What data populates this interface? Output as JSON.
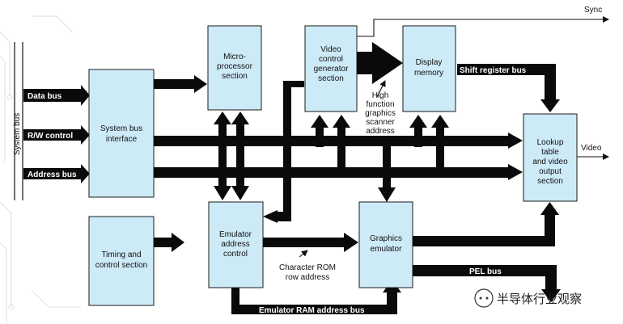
{
  "blocks": {
    "system_bus_interface": [
      "System bus",
      "interface"
    ],
    "microprocessor": [
      "Micro-",
      "processor",
      "section"
    ],
    "video_control": [
      "Video",
      "control",
      "generator",
      "section"
    ],
    "display_memory": [
      "Display",
      "memory"
    ],
    "lookup_table": [
      "Lookup",
      "table",
      "and video",
      "output",
      "section"
    ],
    "timing": [
      "Timing and",
      "control section"
    ],
    "emulator_address": [
      "Emulator",
      "address",
      "control"
    ],
    "graphics_emulator": [
      "Graphics",
      "emulator"
    ]
  },
  "buses": {
    "data": "Data bus",
    "rw": "R/W control",
    "address": "Address bus",
    "shift_register": "Shift register bus",
    "pel": "PEL bus",
    "emulator_ram": "Emulator RAM address bus"
  },
  "signals": {
    "system_bus": "System bus",
    "sync": "Sync",
    "video": "Video",
    "high_function": [
      "High",
      "function",
      "graphics",
      "scanner",
      "address"
    ],
    "character_rom": [
      "Character ROM",
      "row address"
    ]
  },
  "watermark": "半导体行业观察"
}
